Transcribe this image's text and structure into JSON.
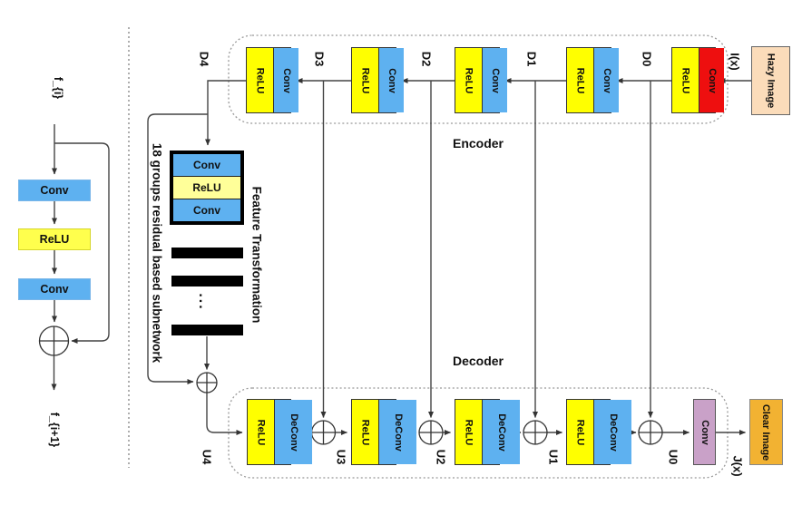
{
  "residual_module": {
    "input_label": "f_{i}",
    "output_label": "f_{i+1}",
    "layers": [
      "Conv",
      "ReLU",
      "Conv"
    ]
  },
  "encoder": {
    "title": "Encoder",
    "input_box": "Hazy Image",
    "input_signal": "I(x)",
    "stage_labels": [
      "D4",
      "D3",
      "D2",
      "D1",
      "D0"
    ],
    "blocks": [
      {
        "act": "ReLU",
        "conv": "Conv"
      },
      {
        "act": "ReLU",
        "conv": "Conv"
      },
      {
        "act": "ReLU",
        "conv": "Conv"
      },
      {
        "act": "ReLU",
        "conv": "Conv"
      },
      {
        "act": "ReLU",
        "conv": "Conv"
      }
    ]
  },
  "feature_transformation": {
    "title": "Feature Transformation",
    "subtitle": "18 groups residual based subnetwork",
    "layers": [
      "Conv",
      "ReLU",
      "Conv"
    ],
    "ellipsis": "..."
  },
  "decoder": {
    "title": "Decoder",
    "output_box": "Clear Image",
    "output_signal": "J(x)",
    "stage_labels": [
      "U4",
      "U3",
      "U2",
      "U1",
      "U0"
    ],
    "blocks": [
      {
        "act": "ReLU",
        "conv": "DeConv"
      },
      {
        "act": "ReLU",
        "conv": "DeConv"
      },
      {
        "act": "ReLU",
        "conv": "DeConv"
      },
      {
        "act": "ReLU",
        "conv": "DeConv"
      }
    ],
    "final_conv": "Conv"
  },
  "colors": {
    "conv_blue": "#5EB1F0",
    "relu_yellow": "#FFFF00",
    "residual_relu_yellow": "#FFFF4D",
    "ft_relu_yellow": "#FFFF99",
    "input_conv_red": "#EE0F0F",
    "hazy_image_peach": "#FBDCBA",
    "clear_image_orange": "#F2B232",
    "final_conv_plum": "#C9A1C8"
  }
}
